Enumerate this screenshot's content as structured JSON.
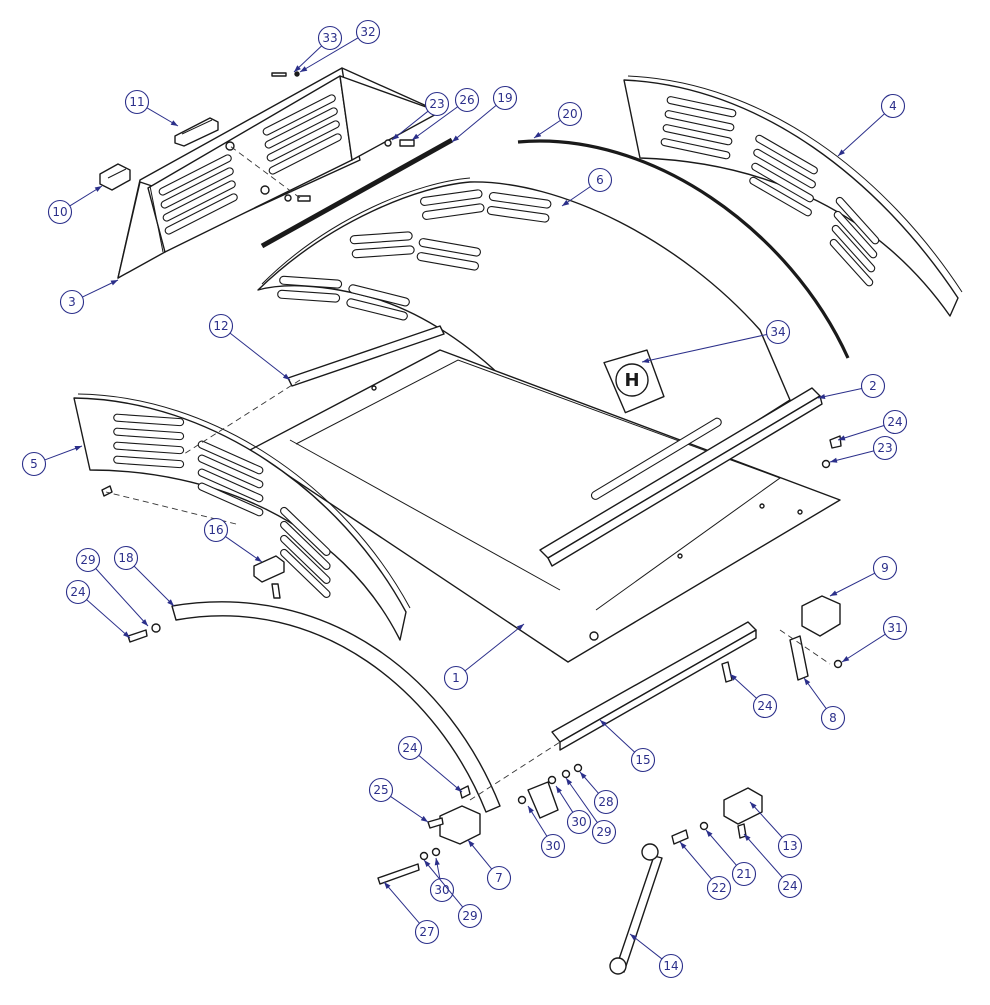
{
  "colors": {
    "callout": "#2b2f8a",
    "line": "#1a1a1a",
    "background": "#ffffff"
  },
  "logo": {
    "letter": "H"
  },
  "callouts": [
    {
      "id": "c33",
      "label": "33"
    },
    {
      "id": "c32",
      "label": "32"
    },
    {
      "id": "c11",
      "label": "11"
    },
    {
      "id": "c23a",
      "label": "23"
    },
    {
      "id": "c26",
      "label": "26"
    },
    {
      "id": "c19",
      "label": "19"
    },
    {
      "id": "c20",
      "label": "20"
    },
    {
      "id": "c4",
      "label": "4"
    },
    {
      "id": "c6",
      "label": "6"
    },
    {
      "id": "c10",
      "label": "10"
    },
    {
      "id": "c3",
      "label": "3"
    },
    {
      "id": "c12",
      "label": "12"
    },
    {
      "id": "c34",
      "label": "34"
    },
    {
      "id": "c2",
      "label": "2"
    },
    {
      "id": "c24a",
      "label": "24"
    },
    {
      "id": "c23b",
      "label": "23"
    },
    {
      "id": "c5",
      "label": "5"
    },
    {
      "id": "c16",
      "label": "16"
    },
    {
      "id": "c29a",
      "label": "29"
    },
    {
      "id": "c18",
      "label": "18"
    },
    {
      "id": "c24b",
      "label": "24"
    },
    {
      "id": "c9",
      "label": "9"
    },
    {
      "id": "c31",
      "label": "31"
    },
    {
      "id": "c8",
      "label": "8"
    },
    {
      "id": "c1",
      "label": "1"
    },
    {
      "id": "c24c",
      "label": "24"
    },
    {
      "id": "c15",
      "label": "15"
    },
    {
      "id": "c24d",
      "label": "24"
    },
    {
      "id": "c25",
      "label": "25"
    },
    {
      "id": "c28",
      "label": "28"
    },
    {
      "id": "c30a",
      "label": "30"
    },
    {
      "id": "c29b",
      "label": "29"
    },
    {
      "id": "c30b",
      "label": "30"
    },
    {
      "id": "c7",
      "label": "7"
    },
    {
      "id": "c30c",
      "label": "30"
    },
    {
      "id": "c29c",
      "label": "29"
    },
    {
      "id": "c27",
      "label": "27"
    },
    {
      "id": "c13",
      "label": "13"
    },
    {
      "id": "c22",
      "label": "22"
    },
    {
      "id": "c21",
      "label": "21"
    },
    {
      "id": "c24e",
      "label": "24"
    },
    {
      "id": "c14",
      "label": "14"
    }
  ]
}
